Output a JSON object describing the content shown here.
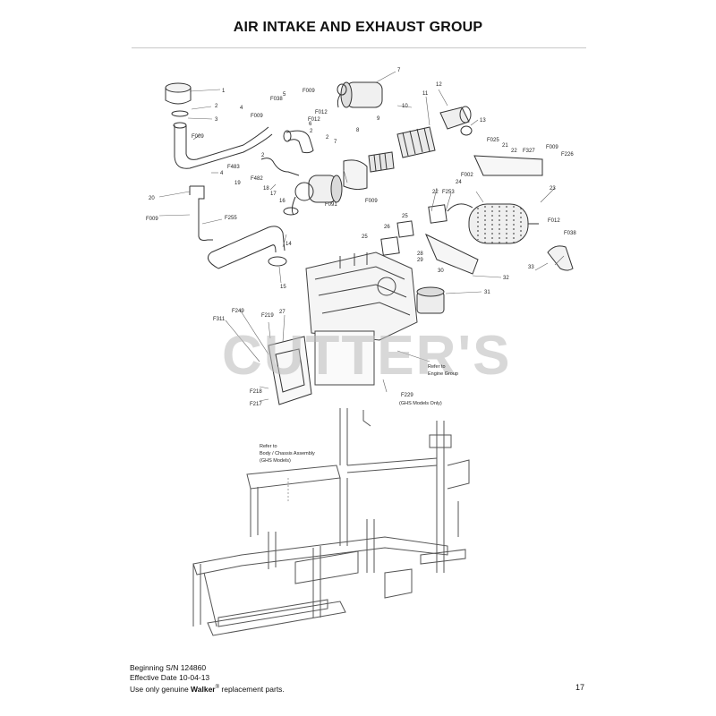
{
  "header": {
    "title": "AIR INTAKE AND EXHAUST GROUP"
  },
  "watermark": "CUTTER'S",
  "callouts": {
    "c1": "1",
    "c2a": "2",
    "c3": "3",
    "c4a": "4",
    "c4b": "4",
    "c5": "5",
    "c6": "6",
    "c2b": "2",
    "c2c": "2",
    "c7a": "7",
    "c7b": "7",
    "c8": "8",
    "c9": "9",
    "c10": "10",
    "c11": "11",
    "c12": "12",
    "c13": "13",
    "c14": "14",
    "c15": "15",
    "c16": "16",
    "c17": "17",
    "c18": "18",
    "c19": "19",
    "c20": "20",
    "c21": "21",
    "c22a": "22",
    "c22b": "22",
    "c23": "23",
    "c24": "24",
    "c25a": "25",
    "c25b": "25",
    "c26": "26",
    "c27": "27",
    "c28": "28",
    "c29": "29",
    "c30": "30",
    "c31": "31",
    "c32": "32",
    "c33": "33",
    "c2d": "2",
    "f009a": "F009",
    "f009b": "F009",
    "f009c": "F009",
    "f009d": "F009",
    "f009e": "F009",
    "f038a": "F038",
    "f038b": "F038",
    "f012a": "F012",
    "f012b": "F012",
    "f012c": "F012",
    "f483": "F483",
    "f482": "F482",
    "f255": "F255",
    "f091": "F091",
    "f025": "F025",
    "f327": "F327",
    "f226": "F226",
    "f002": "F002",
    "f253": "F253",
    "f249": "F249",
    "f311": "F311",
    "f219": "F219",
    "f218": "F218",
    "f217": "F217",
    "f229": "F229"
  },
  "notes": {
    "engine_line1": "Refer to",
    "engine_line2": "Engine Group",
    "ghs_only": "(GHS Models Only)",
    "chassis_line1": "Refer to",
    "chassis_line2": "Body / Chassis Assembly",
    "chassis_line3": "(GHS Models)"
  },
  "footer": {
    "serial": "Beginning S/N 124860",
    "effective": "Effective Date 10-04-13",
    "use_prefix": "Use only genuine ",
    "brand": "Walker",
    "reg": "®",
    "use_suffix": " replacement parts.",
    "page_number": "17"
  }
}
